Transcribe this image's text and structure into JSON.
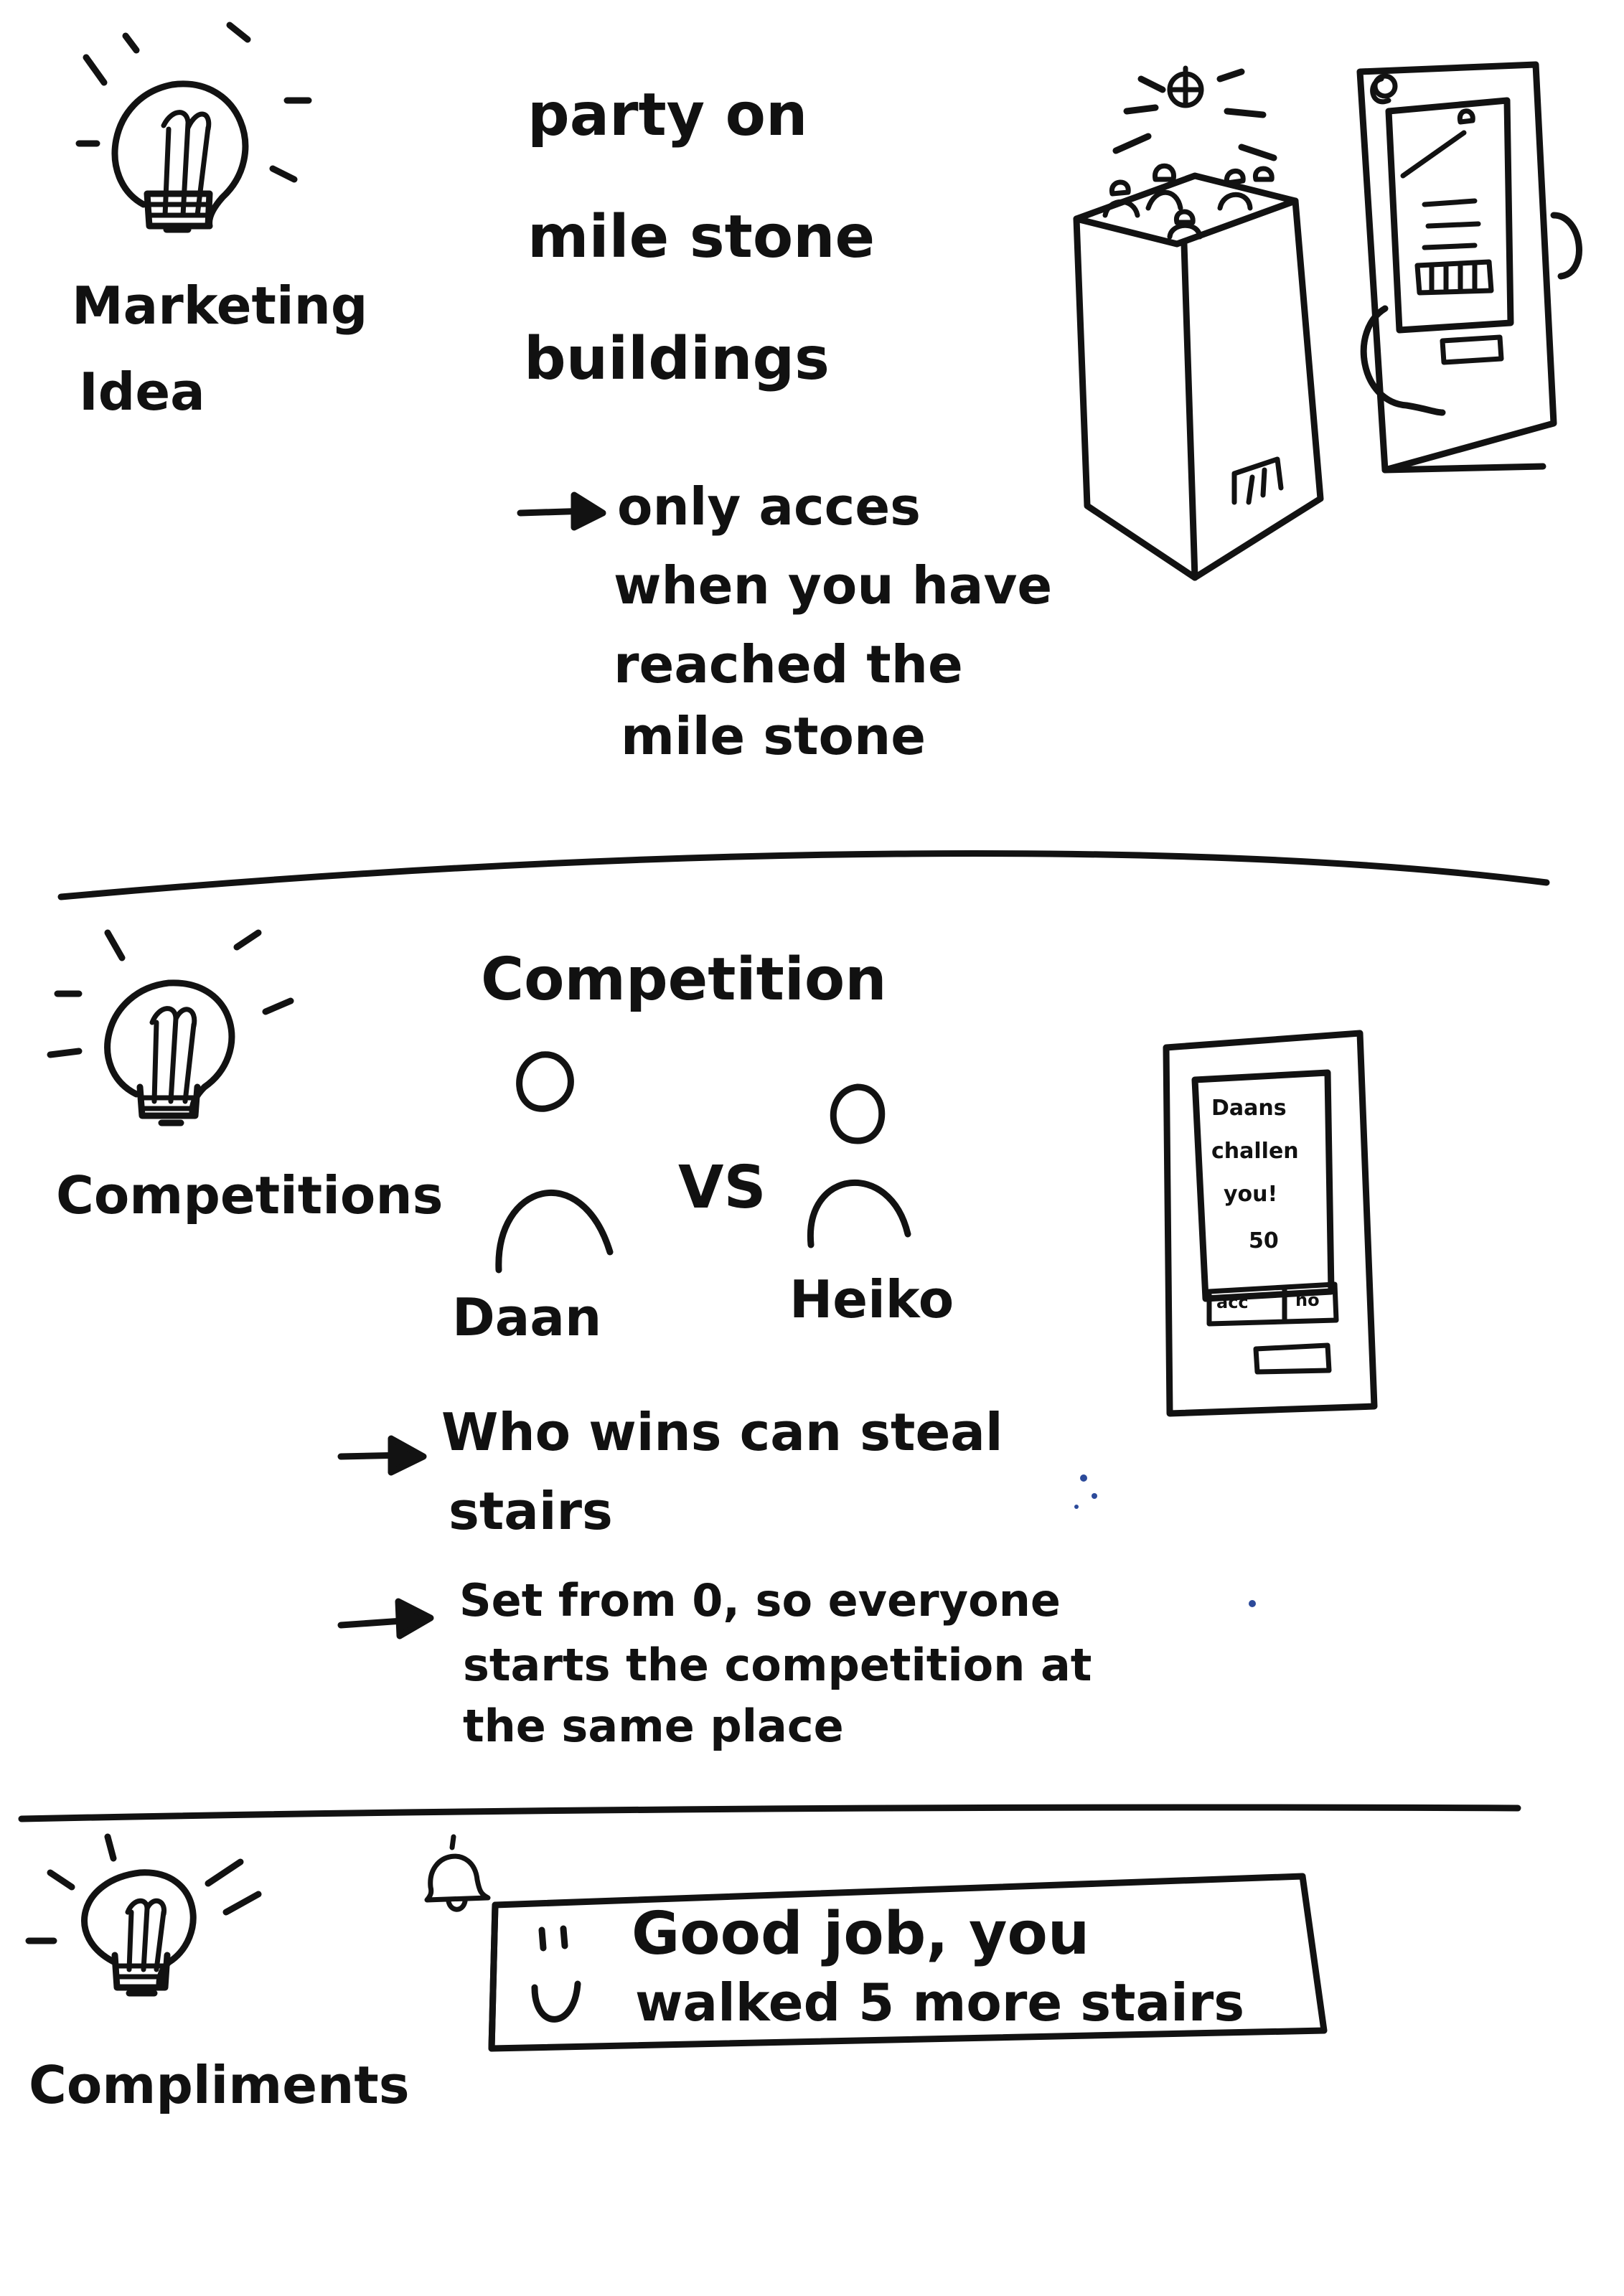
{
  "ink_color": "#121212",
  "section1": {
    "label_line1": "Marketing",
    "label_line2": "Idea",
    "heading_line1": "party on",
    "heading_line2": "mile stone",
    "heading_line3": "buildings",
    "note_line1": "only acces",
    "note_line2": "when you have",
    "note_line3": "reached the",
    "note_line4": "mile stone"
  },
  "section2": {
    "label": "Competitions",
    "heading": "Competition",
    "player1": "Daan",
    "versus": "VS",
    "player2": "Heiko",
    "phone_line1": "Daans",
    "phone_line2": "challen",
    "phone_line3": "you!",
    "phone_line4": "50",
    "phone_accept": "acc",
    "phone_decline": "no",
    "point1_line1": "Who wins can steal",
    "point1_line2": "stairs",
    "point2_line1": "Set from 0, so everyone",
    "point2_line2": "starts the competition at",
    "point2_line3": "the same place"
  },
  "section3": {
    "label": "Compliments",
    "message_line1": "Good job, you",
    "message_line2": "walked 5 more stairs"
  }
}
